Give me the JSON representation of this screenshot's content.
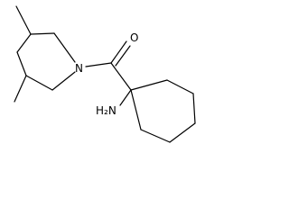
{
  "molecule": {
    "atom_labels": {
      "oxygen": "O",
      "ring_nitrogen": "N",
      "amine": "H₂N"
    }
  },
  "colors": {
    "bond": "#000000",
    "label": "#000000",
    "background": "#ffffff"
  }
}
